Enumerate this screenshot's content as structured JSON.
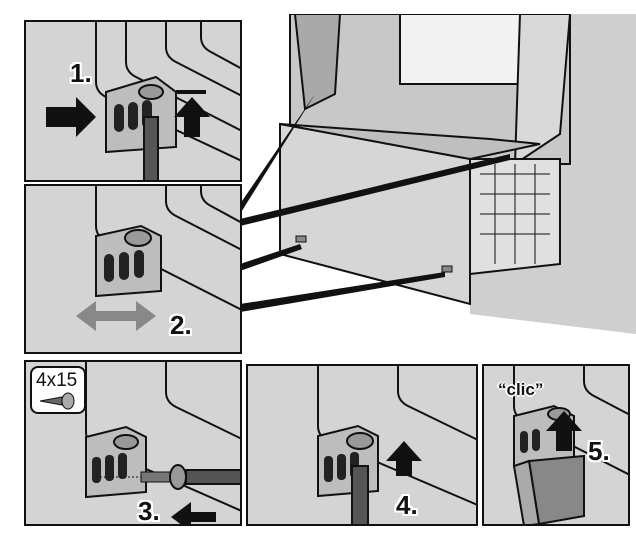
{
  "steps": {
    "step1": "1.",
    "step2": "2.",
    "step3": "3.",
    "step4": "4.",
    "step5": "5."
  },
  "screw_size": "4x15",
  "clic_sound": "“clic”",
  "colors": {
    "panel_bg": "#d4d4d4",
    "line": "#111111",
    "bracket": "#bdbdbd"
  }
}
